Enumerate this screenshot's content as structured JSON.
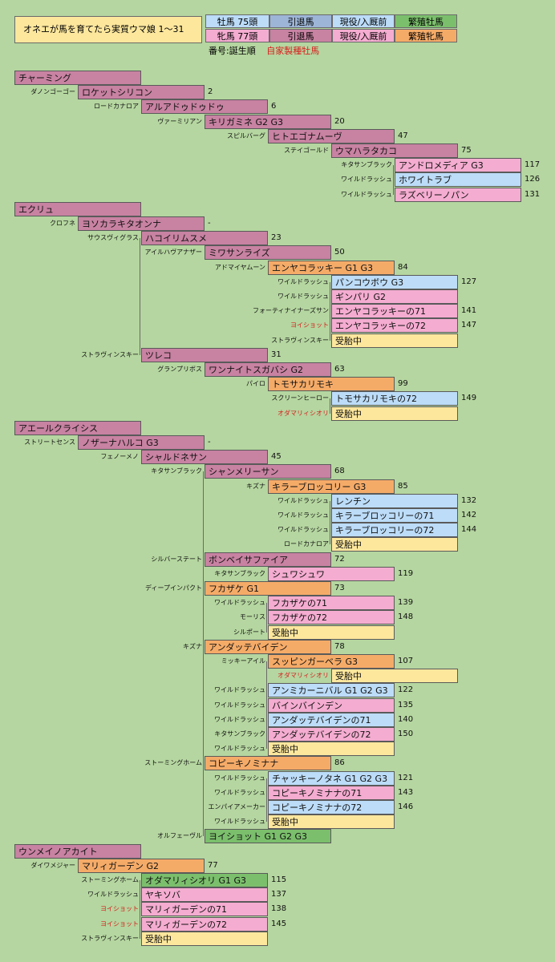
{
  "legend": {
    "title": "オネエが馬を育てたら実質ウマ娘 1〜31",
    "row1": [
      "牡馬 75頭",
      "引退馬",
      "現役/入厩前",
      "繁殖牡馬"
    ],
    "row2": [
      "牝馬 77頭",
      "引退馬",
      "現役/入厩前",
      "繁殖牝馬"
    ],
    "note": "番号:誕生順",
    "note_red": "自家製種牡馬"
  },
  "colors": {
    "root": "#c882a2",
    "retired_mare": "#c882a2",
    "retired_stallion": "#9db5d6",
    "female_active": "#f4acd0",
    "male_active": "#bcdcf8",
    "breeding_mare": "#f5ab68",
    "breeding_stallion": "#7bbf6c",
    "pregnant": "#fde79d"
  },
  "rows": [
    {
      "sire": "",
      "name": "チャーミング",
      "num": "",
      "c": "root",
      "d": 0
    },
    {
      "sire": "ダノンゴーゴー",
      "name": "ロケットシリコン",
      "num": "2",
      "c": "mv",
      "d": 1
    },
    {
      "sire": "ロードカナロア",
      "name": "アルアドゥドゥドゥ",
      "num": "6",
      "c": "mv",
      "d": 2
    },
    {
      "sire": "ヴァーミリアン",
      "name": "キリガミネ G2 G3",
      "num": "20",
      "c": "mv",
      "d": 3
    },
    {
      "sire": "スピルバーグ",
      "name": "ヒトエゴナムーヴ",
      "num": "47",
      "c": "mv",
      "d": 4
    },
    {
      "sire": "ステイゴールド",
      "name": "ウマハラタカコ",
      "num": "75",
      "c": "mv",
      "d": 5
    },
    {
      "sire": "キタサンブラック",
      "name": "アンドロメディア G3",
      "num": "117",
      "c": "pk",
      "d": 6
    },
    {
      "sire": "ワイルドラッシュ",
      "name": "ホワイトラブ",
      "num": "126",
      "c": "bl",
      "d": 6
    },
    {
      "sire": "ワイルドラッシュ",
      "name": "ラズベリーノパン",
      "num": "131",
      "c": "pk",
      "d": 6
    },
    {
      "sire": "",
      "name": "エクリュ",
      "num": "",
      "c": "root",
      "d": 0
    },
    {
      "sire": "クロフネ",
      "name": "ヨソカラキタオンナ",
      "num": "-",
      "c": "mv",
      "d": 1
    },
    {
      "sire": "サウスヴィグラス",
      "name": "ハコイリムスメ",
      "num": "23",
      "c": "mv",
      "d": 2
    },
    {
      "sire": "アイルハヴアナザー",
      "name": "ミワサンライズ",
      "num": "50",
      "c": "mv",
      "d": 3
    },
    {
      "sire": "アドマイヤムーン",
      "name": "エンヤコラッキー G1 G3",
      "num": "84",
      "c": "or",
      "d": 4
    },
    {
      "sire": "ワイルドラッシュ",
      "name": "パンコウボウ G3",
      "num": "127",
      "c": "bl",
      "d": 5
    },
    {
      "sire": "ワイルドラッシュ",
      "name": "ギンパリ G2",
      "num": "",
      "c": "pk",
      "d": 5
    },
    {
      "sire": "フォーティナイナーズサン",
      "name": "エンヤコラッキーの71",
      "num": "141",
      "c": "pk",
      "d": 5
    },
    {
      "sire": "ヨイショット",
      "name": "エンヤコラッキーの72",
      "num": "147",
      "c": "pk",
      "d": 5,
      "red": true
    },
    {
      "sire": "ストラヴィンスキー",
      "name": "受胎中",
      "num": "",
      "c": "ye",
      "d": 5
    },
    {
      "sire": "ストラヴィンスキー",
      "name": "ツレコ",
      "num": "31",
      "c": "mv",
      "d": 2
    },
    {
      "sire": "グランプリボス",
      "name": "ワンナイトスガバシ G2",
      "num": "63",
      "c": "mv",
      "d": 3
    },
    {
      "sire": "パイロ",
      "name": "トモサカリモキ",
      "num": "99",
      "c": "or",
      "d": 4
    },
    {
      "sire": "スクリーンヒーロー",
      "name": "トモサカリモキの72",
      "num": "149",
      "c": "bl",
      "d": 5
    },
    {
      "sire": "オダマリィシオリ",
      "name": "受胎中",
      "num": "",
      "c": "ye",
      "d": 5,
      "red": true
    },
    {
      "sire": "",
      "name": "アエールクライシス",
      "num": "",
      "c": "root",
      "d": 0
    },
    {
      "sire": "ストリートセンス",
      "name": "ノザーナハルコ G3",
      "num": "-",
      "c": "mv",
      "d": 1
    },
    {
      "sire": "フェノーメノ",
      "name": "シャルドネサン",
      "num": "45",
      "c": "mv",
      "d": 2
    },
    {
      "sire": "キタサンブラック",
      "name": "シャンメリーサン",
      "num": "68",
      "c": "mv",
      "d": 3
    },
    {
      "sire": "キズナ",
      "name": "キラーブロッコリー G3",
      "num": "85",
      "c": "or",
      "d": 4
    },
    {
      "sire": "ワイルドラッシュ",
      "name": "レンチン",
      "num": "132",
      "c": "bl",
      "d": 5
    },
    {
      "sire": "ワイルドラッシュ",
      "name": "キラーブロッコリーの71",
      "num": "142",
      "c": "bl",
      "d": 5
    },
    {
      "sire": "ワイルドラッシュ",
      "name": "キラーブロッコリーの72",
      "num": "144",
      "c": "bl",
      "d": 5
    },
    {
      "sire": "ロードカナロア",
      "name": "受胎中",
      "num": "",
      "c": "ye",
      "d": 5
    },
    {
      "sire": "シルバーステート",
      "name": "ボンベイサファイア",
      "num": "72",
      "c": "mv",
      "d": 3
    },
    {
      "sire": "キタサンブラック",
      "name": "シュワシュワ",
      "num": "119",
      "c": "pk",
      "d": 4
    },
    {
      "sire": "ディープインパクト",
      "name": "フカザケ G1",
      "num": "73",
      "c": "or",
      "d": 3
    },
    {
      "sire": "ワイルドラッシュ",
      "name": "フカザケの71",
      "num": "139",
      "c": "pk",
      "d": 4
    },
    {
      "sire": "モーリス",
      "name": "フカザケの72",
      "num": "148",
      "c": "pk",
      "d": 4
    },
    {
      "sire": "シルポート",
      "name": "受胎中",
      "num": "",
      "c": "ye",
      "d": 4
    },
    {
      "sire": "キズナ",
      "name": "アンダッテバイデン",
      "num": "78",
      "c": "or",
      "d": 3
    },
    {
      "sire": "ミッキーアイル",
      "name": "スッピンガーベラ G3",
      "num": "107",
      "c": "or",
      "d": 4
    },
    {
      "sire": "オダマリィシオリ",
      "name": "受胎中",
      "num": "",
      "c": "ye",
      "d": 5,
      "red": true
    },
    {
      "sire": "ワイルドラッシュ",
      "name": "アンミカーニバル G1 G2 G3",
      "num": "122",
      "c": "bl",
      "d": 4
    },
    {
      "sire": "ワイルドラッシュ",
      "name": "バインバインデン",
      "num": "135",
      "c": "pk",
      "d": 4
    },
    {
      "sire": "ワイルドラッシュ",
      "name": "アンダッテバイデンの71",
      "num": "140",
      "c": "bl",
      "d": 4
    },
    {
      "sire": "キタサンブラック",
      "name": "アンダッテバイデンの72",
      "num": "150",
      "c": "pk",
      "d": 4
    },
    {
      "sire": "ワイルドラッシュ",
      "name": "受胎中",
      "num": "",
      "c": "ye",
      "d": 4
    },
    {
      "sire": "ストーミングホーム",
      "name": "コピーキノミナナ",
      "num": "86",
      "c": "or",
      "d": 3
    },
    {
      "sire": "ワイルドラッシュ",
      "name": "チャッキーノタネ G1 G2 G3",
      "num": "121",
      "c": "bl",
      "d": 4
    },
    {
      "sire": "ワイルドラッシュ",
      "name": "コピーキノミナナの71",
      "num": "143",
      "c": "pk",
      "d": 4
    },
    {
      "sire": "エンパイアメーカー",
      "name": "コピーキノミナナの72",
      "num": "146",
      "c": "bl",
      "d": 4
    },
    {
      "sire": "ワイルドラッシュ",
      "name": "受胎中",
      "num": "",
      "c": "ye",
      "d": 4
    },
    {
      "sire": "オルフェーヴル",
      "name": "ヨイショット G1 G2 G3",
      "num": "",
      "c": "gr",
      "d": 3
    },
    {
      "sire": "",
      "name": "ウンメイノアカイト",
      "num": "",
      "c": "root",
      "d": 0
    },
    {
      "sire": "ダイワメジャー",
      "name": "マリィガーデン G2",
      "num": "77",
      "c": "or",
      "d": 1
    },
    {
      "sire": "ストーミングホーム",
      "name": "オダマリィシオリ G1 G3",
      "num": "115",
      "c": "gr",
      "d": 2
    },
    {
      "sire": "ワイルドラッシュ",
      "name": "ヤキソバ",
      "num": "137",
      "c": "pk",
      "d": 2
    },
    {
      "sire": "ヨイショット",
      "name": "マリィガーデンの71",
      "num": "138",
      "c": "pk",
      "d": 2,
      "red": true
    },
    {
      "sire": "ヨイショット",
      "name": "マリィガーデンの72",
      "num": "145",
      "c": "pk",
      "d": 2,
      "red": true
    },
    {
      "sire": "ストラヴィンスキー",
      "name": "受胎中",
      "num": "",
      "c": "ye",
      "d": 2
    }
  ]
}
